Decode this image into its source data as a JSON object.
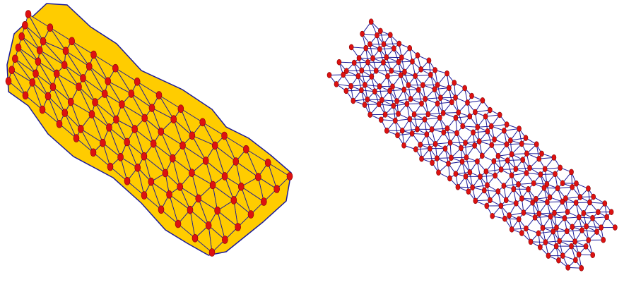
{
  "figure": {
    "panels": [
      {
        "id": "triangulated-surface",
        "style": "filled-triangle-mesh",
        "face_color": "#ffcc00",
        "edge_color": "#1a1a99",
        "node_color": "#dd1111"
      },
      {
        "id": "hexagonal-nanotube",
        "style": "wireframe-hexagonal-lattice",
        "edge_color": "#1a1a99",
        "node_color": "#dd1111"
      }
    ]
  }
}
